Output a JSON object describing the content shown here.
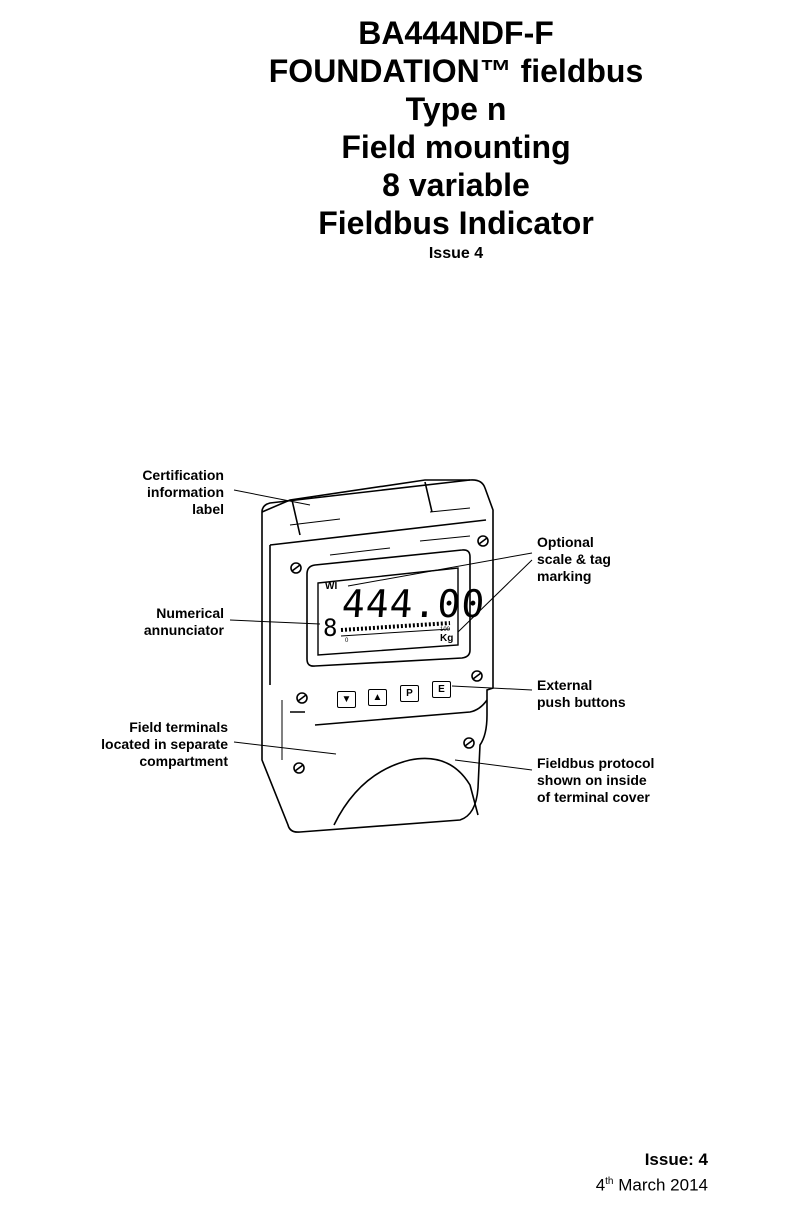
{
  "title": {
    "lines": [
      "BA444NDF-F",
      "FOUNDATION™ fieldbus",
      "Type n",
      "Field mounting",
      "8 variable",
      "Fieldbus Indicator"
    ],
    "issue": "Issue 4"
  },
  "figure": {
    "callouts": {
      "certification": [
        "Certification",
        "information",
        "label"
      ],
      "numerical": [
        "Numerical",
        "annunciator"
      ],
      "field_terminals": [
        "Field terminals",
        "located in separate",
        "compartment"
      ],
      "optional_scale": [
        "Optional",
        "scale & tag",
        "marking"
      ],
      "external_buttons": [
        "External",
        "push buttons"
      ],
      "fieldbus_protocol": [
        "Fieldbus protocol",
        "shown on inside",
        "of terminal cover"
      ]
    },
    "display": {
      "tag": "WI",
      "reading": "444.00",
      "annunciator": "8",
      "unit": "Kg",
      "scale_min": "0",
      "scale_max": "100"
    },
    "buttons": [
      "▼",
      "▲",
      "P",
      "E"
    ]
  },
  "footer": {
    "issue_label": "Issue:  4",
    "date_day": "4",
    "date_suffix": "th",
    "date_rest": " March 2014"
  }
}
